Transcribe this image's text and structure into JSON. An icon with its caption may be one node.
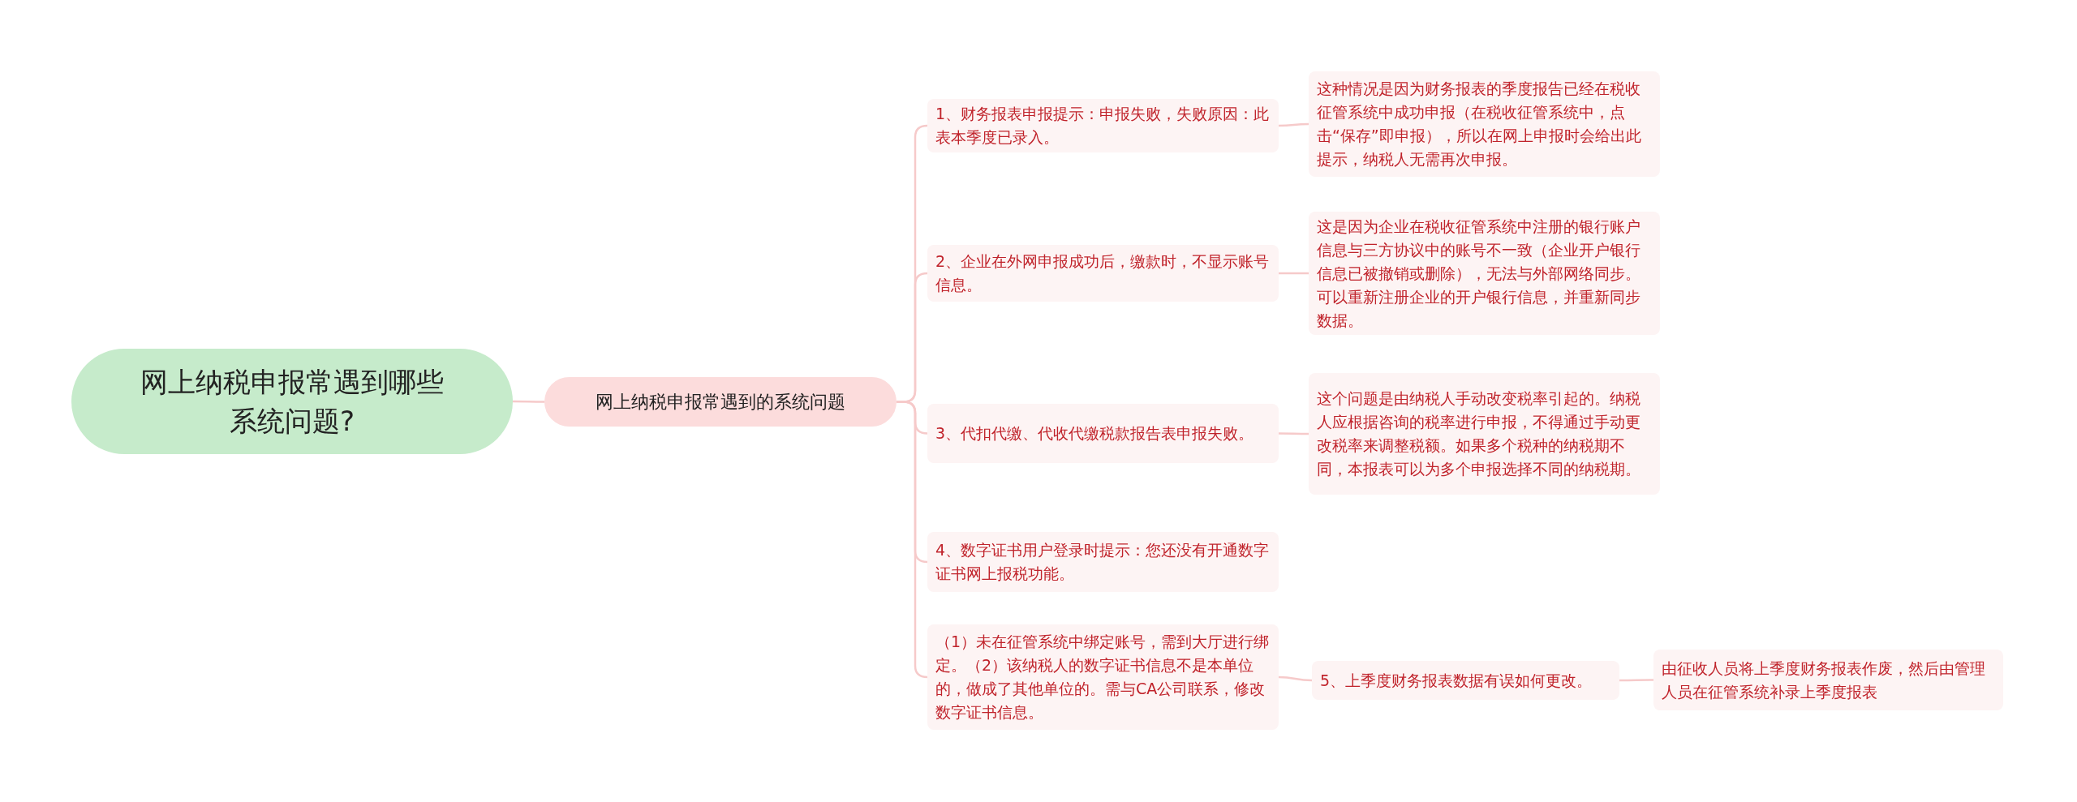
{
  "diagram": {
    "nodes": [
      {
        "text": [
          "网上纳税申报常遇到哪些系统问题?"
        ]
      },
      {
        "text": [
          "网上纳税申报常遇到的系统问题"
        ]
      },
      {
        "text": [
          "1、财务报表申报提示：申报失败，失败原因：此表本季度已录入。"
        ]
      },
      {
        "text": [
          "这种情况是因为财务报表的季度报告已经在税收征管系统中成功申报（在税收征管系统中，点击“保存”即申报），所以在网上申报时会给出此提示，纳税人无需再次申报。"
        ]
      },
      {
        "text": [
          "2、企业在外网申报成功后，缴款时，不显示账号信息。"
        ]
      },
      {
        "text": [
          "这是因为企业在税收征管系统中注册的银行账户信息与三方协议中的账号不一致（企业开户银行信息已被撤销或删除），无法与外部网络同步。可以重新注册企业的开户银行信息，并重新同步数据。"
        ]
      },
      {
        "text": [
          "3、代扣代缴、代收代缴税款报告表申报失败。"
        ]
      },
      {
        "text": [
          "这个问题是由纳税人手动改变税率引起的。纳税人应根据咨询的税率进行申报，不得通过手动更改税率来调整税额。如果多个税种的纳税期不同，本报表可以为多个申报选择不同的纳税期。"
        ]
      },
      {
        "text": [
          "4、数字证书用户登录时提示：您还没有开通数字证书网上报税功能。"
        ]
      },
      {
        "text": [
          "（1）未在征管系统中绑定账号，需到大厅进行绑定。（2）该纳税人的数字证书信息不是本单位的，做成了其他单位的。需与CA公司联系，修改数字证书信息。"
        ]
      },
      {
        "text": [
          "5、上季度财务报表数据有误如何更改。"
        ]
      },
      {
        "text": [
          "由征收人员将上季度财务报表作废，然后由管理人员在征管系统补录上季度报表"
        ]
      }
    ],
    "edges": [
      {
        "from": 0,
        "to": 1,
        "arrow": "none"
      },
      {
        "from": 1,
        "to": 2,
        "arrow": "none"
      },
      {
        "from": 1,
        "to": 4,
        "arrow": "none"
      },
      {
        "from": 1,
        "to": 6,
        "arrow": "none"
      },
      {
        "from": 1,
        "to": 8,
        "arrow": "none"
      },
      {
        "from": 1,
        "to": 9,
        "arrow": "none"
      },
      {
        "from": 2,
        "to": 3,
        "arrow": "none"
      },
      {
        "from": 4,
        "to": 5,
        "arrow": "none"
      },
      {
        "from": 6,
        "to": 7,
        "arrow": "none"
      },
      {
        "from": 9,
        "to": 10,
        "arrow": "none"
      },
      {
        "from": 10,
        "to": 11,
        "arrow": "none"
      }
    ]
  }
}
